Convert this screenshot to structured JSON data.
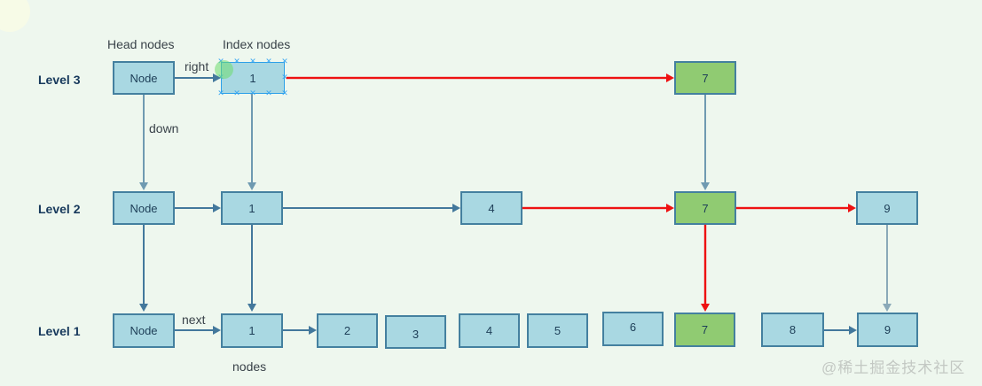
{
  "canvas": {
    "background": "#eef7ee"
  },
  "annotations": {
    "head_nodes": "Head nodes",
    "index_nodes": "Index nodes",
    "right": "right",
    "down": "down",
    "next": "next",
    "nodes": "nodes"
  },
  "levels": [
    {
      "name": "Level 3",
      "head": "Node",
      "nodes": [
        "1",
        "7"
      ]
    },
    {
      "name": "Level 2",
      "head": "Node",
      "nodes": [
        "1",
        "4",
        "7",
        "9"
      ]
    },
    {
      "name": "Level 1",
      "head": "Node",
      "nodes": [
        "1",
        "2",
        "3",
        "4",
        "5",
        "6",
        "7",
        "8",
        "9"
      ]
    }
  ],
  "highlighted_value": "7",
  "selected_node": {
    "level": "Level 3",
    "value": "1"
  },
  "watermark": "@稀土掘金技术社区",
  "colors": {
    "background": "#eef7ee",
    "node_fill": "#a9d8e2",
    "node_border": "#44809f",
    "highlight_fill": "#90cb72",
    "arrow": "#43789c",
    "search_path_arrow": "#ee1111",
    "selection": "#38a6f2",
    "connection_point": "#6edd6e",
    "text": "#1d3e57",
    "watermark": "#c3c8c3"
  }
}
